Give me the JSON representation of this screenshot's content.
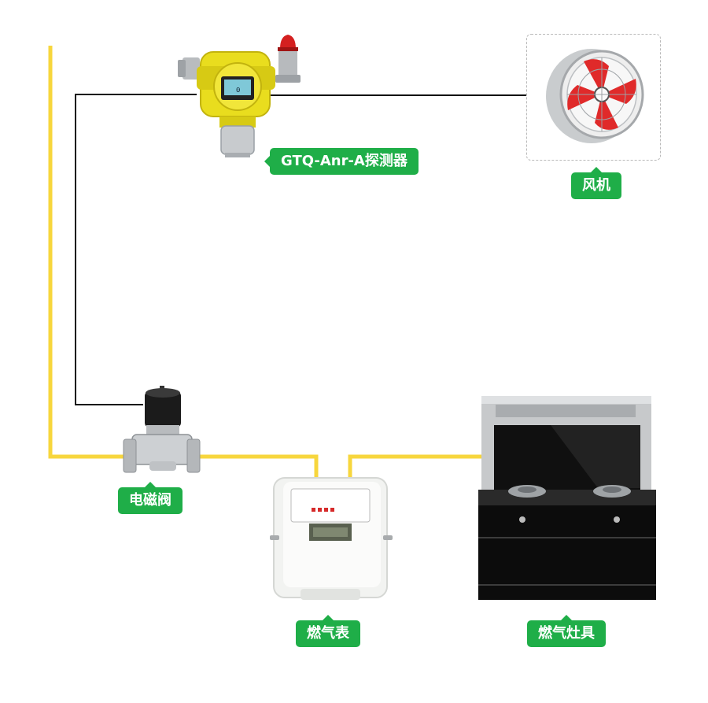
{
  "labels": {
    "detector": "GTQ-Anr-A探测器",
    "fan": "风机",
    "valve": "电磁阀",
    "meter": "燃气表",
    "stove": "燃气灶具"
  },
  "detector_screen": {
    "reading": "0"
  },
  "colors": {
    "gas_pipe": "#f7d63d",
    "signal_wire": "#111111",
    "label_bg": "#1fae48",
    "label_text": "#ffffff",
    "detector_body": "#e9dd1e",
    "alarm_lamp": "#d42020",
    "fan_blades": "#e02a2a",
    "stove_glass": "#0c0c0c"
  },
  "icons": [
    "gas-detector-icon",
    "exhaust-fan-icon",
    "solenoid-valve-icon",
    "gas-meter-icon",
    "gas-stove-icon"
  ]
}
